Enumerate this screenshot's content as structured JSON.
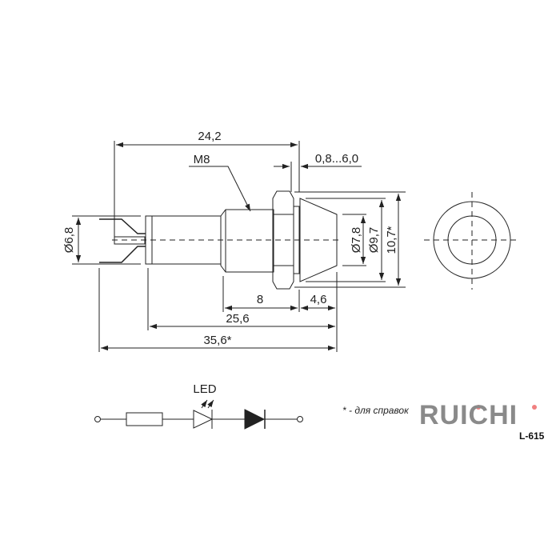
{
  "dimensions": {
    "overall_to_nut": "24,2",
    "thread": "M8",
    "panel_thickness": "0,8...6,0",
    "body_diameter": "Ø6,8",
    "lens_diameter_inner": "Ø7,8",
    "lens_diameter_outer": "Ø9,7",
    "nut_size": "10,7*",
    "thread_length": "8",
    "lens_length": "4,6",
    "body_length": "25,6",
    "total_length": "35,6*"
  },
  "schematic": {
    "led_label": "LED"
  },
  "footnote": "* - для справок",
  "brand": {
    "logo_text": "RUICHI",
    "logo_color": "#8a8a8a",
    "dot_color": "#f08080"
  },
  "model": "L-615"
}
